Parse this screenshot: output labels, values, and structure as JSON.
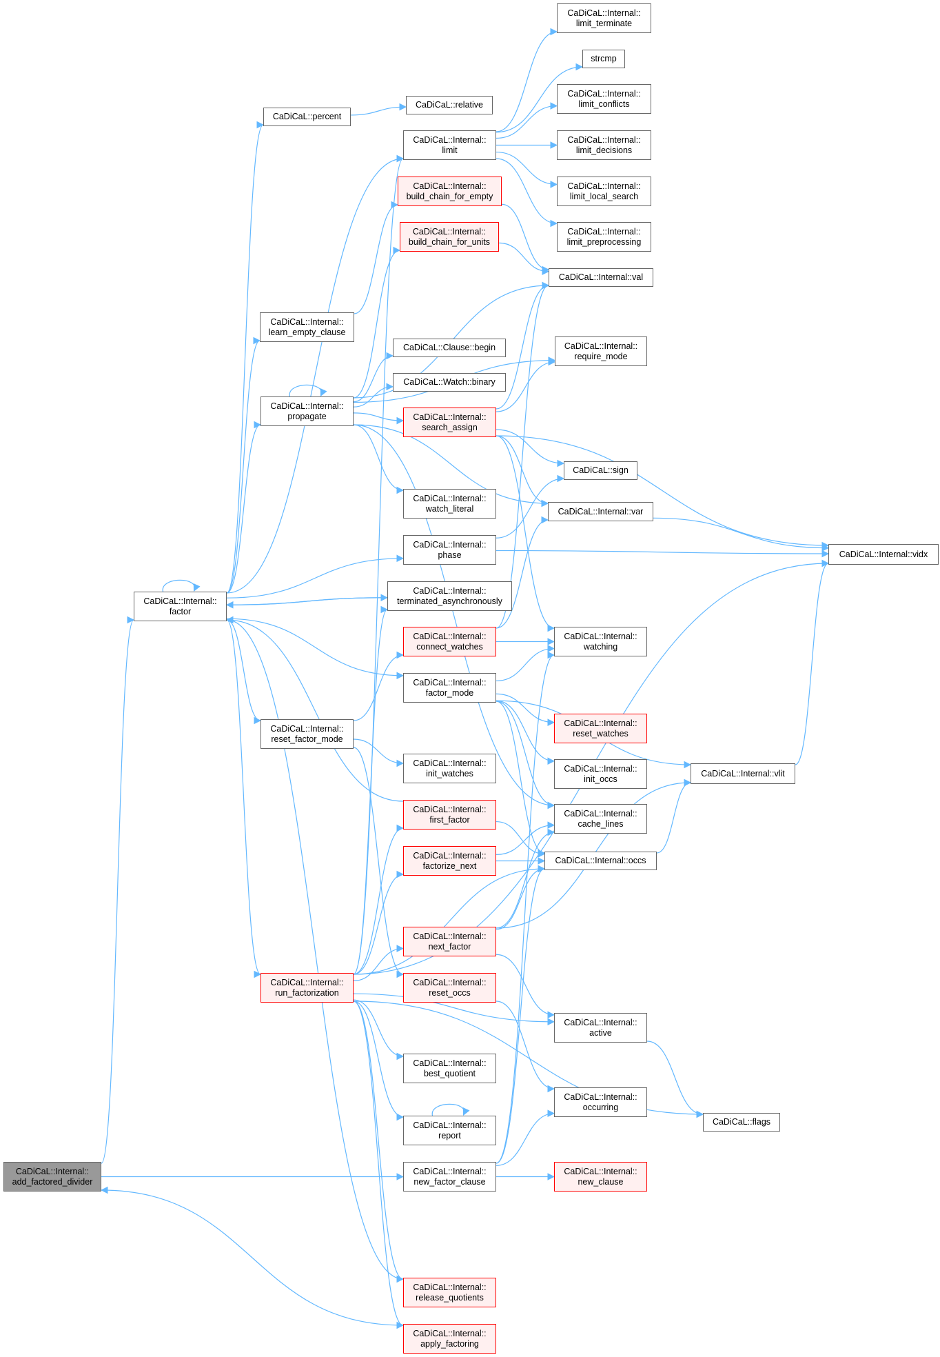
{
  "diagram": {
    "type": "call-graph",
    "edge_color": "#63b8ff",
    "node_styles": {
      "default": {
        "fill": "#ffffff",
        "border": "#666666"
      },
      "truncated": {
        "fill": "#fff0f0",
        "border": "#ff0000"
      },
      "root": {
        "fill": "#999999",
        "border": "#666666"
      }
    },
    "nodes": {
      "add_factored_divider": {
        "line1": "CaDiCaL::Internal::",
        "line2": "add_factored_divider",
        "style": "root"
      },
      "factor": {
        "line1": "CaDiCaL::Internal::",
        "line2": "factor",
        "style": "default"
      },
      "percent": {
        "line1": "CaDiCaL::percent",
        "line2": "",
        "style": "default"
      },
      "learn_empty_clause": {
        "line1": "CaDiCaL::Internal::",
        "line2": "learn_empty_clause",
        "style": "default"
      },
      "propagate": {
        "line1": "CaDiCaL::Internal::",
        "line2": "propagate",
        "style": "default"
      },
      "reset_factor_mode": {
        "line1": "CaDiCaL::Internal::",
        "line2": "reset_factor_mode",
        "style": "default"
      },
      "run_factorization": {
        "line1": "CaDiCaL::Internal::",
        "line2": "run_factorization",
        "style": "truncated"
      },
      "relative": {
        "line1": "CaDiCaL::relative",
        "line2": "",
        "style": "default"
      },
      "limit": {
        "line1": "CaDiCaL::Internal::",
        "line2": "limit",
        "style": "default"
      },
      "build_chain_for_empty": {
        "line1": "CaDiCaL::Internal::",
        "line2": "build_chain_for_empty",
        "style": "truncated"
      },
      "build_chain_for_units": {
        "line1": "CaDiCaL::Internal::",
        "line2": "build_chain_for_units",
        "style": "truncated"
      },
      "clause_begin": {
        "line1": "CaDiCaL::Clause::begin",
        "line2": "",
        "style": "default"
      },
      "watch_binary": {
        "line1": "CaDiCaL::Watch::binary",
        "line2": "",
        "style": "default"
      },
      "search_assign": {
        "line1": "CaDiCaL::Internal::",
        "line2": "search_assign",
        "style": "truncated"
      },
      "watch_literal": {
        "line1": "CaDiCaL::Internal::",
        "line2": "watch_literal",
        "style": "default"
      },
      "phase": {
        "line1": "CaDiCaL::Internal::",
        "line2": "phase",
        "style": "default"
      },
      "terminated_asynchronously": {
        "line1": "CaDiCaL::Internal::",
        "line2": "terminated_asynchronously",
        "style": "default"
      },
      "connect_watches": {
        "line1": "CaDiCaL::Internal::",
        "line2": "connect_watches",
        "style": "truncated"
      },
      "factor_mode": {
        "line1": "CaDiCaL::Internal::",
        "line2": "factor_mode",
        "style": "default"
      },
      "init_watches": {
        "line1": "CaDiCaL::Internal::",
        "line2": "init_watches",
        "style": "default"
      },
      "first_factor": {
        "line1": "CaDiCaL::Internal::",
        "line2": "first_factor",
        "style": "truncated"
      },
      "factorize_next": {
        "line1": "CaDiCaL::Internal::",
        "line2": "factorize_next",
        "style": "truncated"
      },
      "next_factor": {
        "line1": "CaDiCaL::Internal::",
        "line2": "next_factor",
        "style": "truncated"
      },
      "reset_occs": {
        "line1": "CaDiCaL::Internal::",
        "line2": "reset_occs",
        "style": "truncated"
      },
      "best_quotient": {
        "line1": "CaDiCaL::Internal::",
        "line2": "best_quotient",
        "style": "default"
      },
      "report": {
        "line1": "CaDiCaL::Internal::",
        "line2": "report",
        "style": "default"
      },
      "new_factor_clause": {
        "line1": "CaDiCaL::Internal::",
        "line2": "new_factor_clause",
        "style": "default"
      },
      "release_quotients": {
        "line1": "CaDiCaL::Internal::",
        "line2": "release_quotients",
        "style": "truncated"
      },
      "apply_factoring": {
        "line1": "CaDiCaL::Internal::",
        "line2": "apply_factoring",
        "style": "truncated"
      },
      "limit_terminate": {
        "line1": "CaDiCaL::Internal::",
        "line2": "limit_terminate",
        "style": "default"
      },
      "strcmp": {
        "line1": "strcmp",
        "line2": "",
        "style": "default"
      },
      "limit_conflicts": {
        "line1": "CaDiCaL::Internal::",
        "line2": "limit_conflicts",
        "style": "default"
      },
      "limit_decisions": {
        "line1": "CaDiCaL::Internal::",
        "line2": "limit_decisions",
        "style": "default"
      },
      "limit_local_search": {
        "line1": "CaDiCaL::Internal::",
        "line2": "limit_local_search",
        "style": "default"
      },
      "limit_preprocessing": {
        "line1": "CaDiCaL::Internal::",
        "line2": "limit_preprocessing",
        "style": "default"
      },
      "val": {
        "line1": "CaDiCaL::Internal::val",
        "line2": "",
        "style": "default"
      },
      "require_mode": {
        "line1": "CaDiCaL::Internal::",
        "line2": "require_mode",
        "style": "default"
      },
      "sign": {
        "line1": "CaDiCaL::sign",
        "line2": "",
        "style": "default"
      },
      "var": {
        "line1": "CaDiCaL::Internal::var",
        "line2": "",
        "style": "default"
      },
      "watching": {
        "line1": "CaDiCaL::Internal::",
        "line2": "watching",
        "style": "default"
      },
      "reset_watches": {
        "line1": "CaDiCaL::Internal::",
        "line2": "reset_watches",
        "style": "truncated"
      },
      "init_occs": {
        "line1": "CaDiCaL::Internal::",
        "line2": "init_occs",
        "style": "default"
      },
      "cache_lines": {
        "line1": "CaDiCaL::Internal::",
        "line2": "cache_lines",
        "style": "default"
      },
      "occs": {
        "line1": "CaDiCaL::Internal::occs",
        "line2": "",
        "style": "default"
      },
      "active": {
        "line1": "CaDiCaL::Internal::",
        "line2": "active",
        "style": "default"
      },
      "occurring": {
        "line1": "CaDiCaL::Internal::",
        "line2": "occurring",
        "style": "default"
      },
      "new_clause": {
        "line1": "CaDiCaL::Internal::",
        "line2": "new_clause",
        "style": "truncated"
      },
      "vidx": {
        "line1": "CaDiCaL::Internal::vidx",
        "line2": "",
        "style": "default"
      },
      "vlit": {
        "line1": "CaDiCaL::Internal::vlit",
        "line2": "",
        "style": "default"
      },
      "flags": {
        "line1": "CaDiCaL::flags",
        "line2": "",
        "style": "default"
      }
    },
    "edges": [
      [
        "add_factored_divider",
        "factor"
      ],
      [
        "add_factored_divider",
        "new_factor_clause"
      ],
      [
        "apply_factoring",
        "add_factored_divider"
      ],
      [
        "factor",
        "factor"
      ],
      [
        "factor",
        "percent"
      ],
      [
        "factor",
        "limit"
      ],
      [
        "factor",
        "learn_empty_clause"
      ],
      [
        "factor",
        "propagate"
      ],
      [
        "factor",
        "phase"
      ],
      [
        "factor",
        "terminated_asynchronously"
      ],
      [
        "terminated_asynchronously",
        "factor"
      ],
      [
        "factor",
        "factor_mode"
      ],
      [
        "factor",
        "reset_factor_mode"
      ],
      [
        "factor",
        "run_factorization"
      ],
      [
        "first_factor",
        "factor"
      ],
      [
        "release_quotients",
        "factor"
      ],
      [
        "percent",
        "relative"
      ],
      [
        "limit",
        "limit_terminate"
      ],
      [
        "limit",
        "strcmp"
      ],
      [
        "limit",
        "limit_conflicts"
      ],
      [
        "limit",
        "limit_decisions"
      ],
      [
        "limit",
        "limit_local_search"
      ],
      [
        "limit",
        "limit_preprocessing"
      ],
      [
        "learn_empty_clause",
        "build_chain_for_empty"
      ],
      [
        "build_chain_for_empty",
        "val"
      ],
      [
        "build_chain_for_units",
        "val"
      ],
      [
        "propagate",
        "propagate"
      ],
      [
        "propagate",
        "build_chain_for_units"
      ],
      [
        "propagate",
        "val"
      ],
      [
        "propagate",
        "require_mode"
      ],
      [
        "propagate",
        "clause_begin"
      ],
      [
        "propagate",
        "watch_binary"
      ],
      [
        "propagate",
        "search_assign"
      ],
      [
        "propagate",
        "watch_literal"
      ],
      [
        "propagate",
        "var"
      ],
      [
        "propagate",
        "cache_lines"
      ],
      [
        "search_assign",
        "val"
      ],
      [
        "search_assign",
        "require_mode"
      ],
      [
        "search_assign",
        "sign"
      ],
      [
        "search_assign",
        "var"
      ],
      [
        "search_assign",
        "vidx"
      ],
      [
        "search_assign",
        "watching"
      ],
      [
        "phase",
        "sign"
      ],
      [
        "phase",
        "vidx"
      ],
      [
        "var",
        "vidx"
      ],
      [
        "connect_watches",
        "val"
      ],
      [
        "connect_watches",
        "var"
      ],
      [
        "connect_watches",
        "watching"
      ],
      [
        "factor_mode",
        "watching"
      ],
      [
        "factor_mode",
        "reset_watches"
      ],
      [
        "factor_mode",
        "init_occs"
      ],
      [
        "factor_mode",
        "cache_lines"
      ],
      [
        "factor_mode",
        "occs"
      ],
      [
        "factor_mode",
        "vlit"
      ],
      [
        "reset_factor_mode",
        "connect_watches"
      ],
      [
        "reset_factor_mode",
        "init_watches"
      ],
      [
        "reset_factor_mode",
        "reset_occs"
      ],
      [
        "vlit",
        "vidx"
      ],
      [
        "occs",
        "vlit"
      ],
      [
        "first_factor",
        "occs"
      ],
      [
        "factorize_next",
        "cache_lines"
      ],
      [
        "factorize_next",
        "occs"
      ],
      [
        "next_factor",
        "cache_lines"
      ],
      [
        "next_factor",
        "occs"
      ],
      [
        "next_factor",
        "vlit"
      ],
      [
        "next_factor",
        "active"
      ],
      [
        "reset_occs",
        "occurring"
      ],
      [
        "active",
        "flags"
      ],
      [
        "new_factor_clause",
        "watching"
      ],
      [
        "new_factor_clause",
        "occs"
      ],
      [
        "new_factor_clause",
        "occurring"
      ],
      [
        "new_factor_clause",
        "new_clause"
      ],
      [
        "run_factorization",
        "limit"
      ],
      [
        "run_factorization",
        "terminated_asynchronously"
      ],
      [
        "run_factorization",
        "first_factor"
      ],
      [
        "run_factorization",
        "factorize_next"
      ],
      [
        "run_factorization",
        "occs"
      ],
      [
        "run_factorization",
        "next_factor"
      ],
      [
        "run_factorization",
        "active"
      ],
      [
        "run_factorization",
        "best_quotient"
      ],
      [
        "run_factorization",
        "report"
      ],
      [
        "run_factorization",
        "flags"
      ],
      [
        "run_factorization",
        "vidx"
      ],
      [
        "run_factorization",
        "release_quotients"
      ],
      [
        "run_factorization",
        "apply_factoring"
      ],
      [
        "report",
        "report"
      ]
    ]
  }
}
